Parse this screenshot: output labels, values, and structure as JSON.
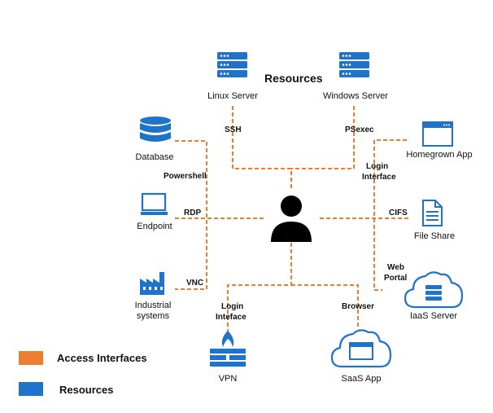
{
  "title": "Resources",
  "colors": {
    "access": "#ED7D31",
    "resource": "#1F73C8",
    "user": "#000000"
  },
  "nodes": {
    "linux_server": {
      "label": "Linux Server",
      "icon": "server-icon"
    },
    "windows_server": {
      "label": "Windows  Server",
      "icon": "server-icon"
    },
    "database": {
      "label": "Database",
      "icon": "database-icon"
    },
    "homegrown_app": {
      "label": "Homegrown App",
      "icon": "app-window-icon"
    },
    "endpoint": {
      "label": "Endpoint",
      "icon": "monitor-icon"
    },
    "file_share": {
      "label": "File Share",
      "icon": "file-icon"
    },
    "industrial": {
      "line1": "Industrial",
      "line2": "systems",
      "icon": "factory-icon"
    },
    "iaas_server": {
      "label": "IaaS Server",
      "icon": "cloud-server-icon"
    },
    "vpn": {
      "label": "VPN",
      "icon": "firewall-icon"
    },
    "saas_app": {
      "label": "SaaS App",
      "icon": "cloud-app-icon"
    },
    "user": {
      "icon": "user-icon"
    }
  },
  "connections": {
    "ssh": "SSH",
    "psexec": "PSexec",
    "powershell": "Powershell",
    "login_interface_right_1": "Login",
    "login_interface_right_2": "Interface",
    "rdp": "RDP",
    "cifs": "CIFS",
    "vnc": "VNC",
    "web_portal_1": "Web",
    "web_portal_2": "Portal",
    "login_inteface_bottom_1": "Login",
    "login_inteface_bottom_2": "Inteface",
    "browser": "Browser"
  },
  "legend": {
    "access": "Access Interfaces",
    "resources": "Resources"
  }
}
